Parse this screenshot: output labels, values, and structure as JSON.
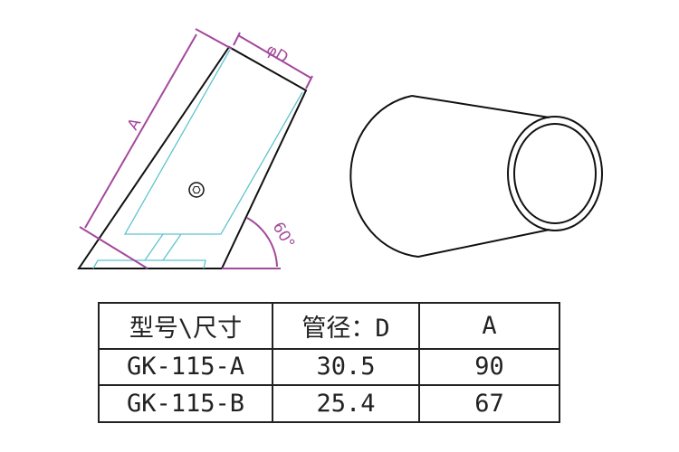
{
  "drawing": {
    "label_a": "A",
    "label_d": "φD",
    "label_angle": "60°",
    "colors": {
      "outline": "#111111",
      "hidden": "#5fc4cc",
      "dimension": "#a3499c"
    }
  },
  "table": {
    "headers": [
      "型号\\尺寸",
      "管径：D",
      "A"
    ],
    "rows": [
      [
        "GK-115-A",
        "30.5",
        "90"
      ],
      [
        "GK-115-B",
        "25.4",
        "67"
      ]
    ]
  }
}
